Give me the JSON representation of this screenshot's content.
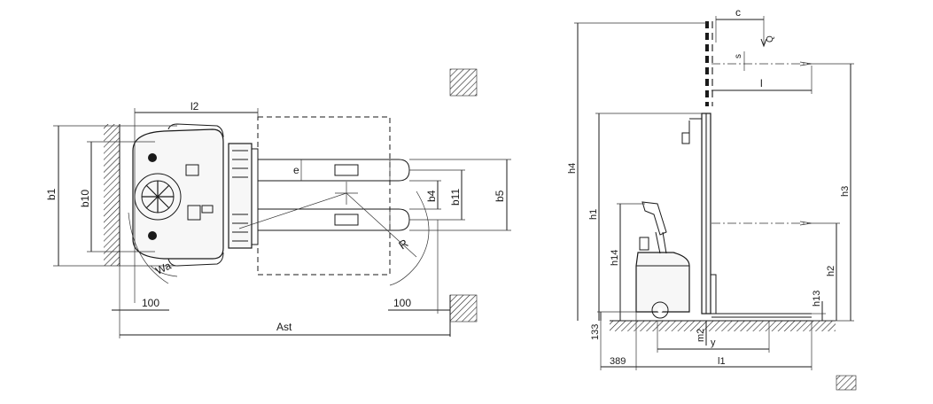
{
  "top_view": {
    "labels": {
      "l2": "l2",
      "b1": "b1",
      "b10": "b10",
      "e": "e",
      "b4": "b4",
      "b11": "b11",
      "b5": "b5",
      "R": "R",
      "Wa": "Wa",
      "clearance_left": "100",
      "clearance_right": "100",
      "Ast": "Ast"
    }
  },
  "side_view": {
    "labels": {
      "c": "c",
      "Q": "Q",
      "s": "s",
      "l": "l",
      "h4": "h4",
      "h1": "h1",
      "h3": "h3",
      "h14": "h14",
      "h2": "h2",
      "h13": "h13",
      "dim_133": "133",
      "m2": "m2",
      "y": "y",
      "dim_389": "389",
      "l1": "l1"
    }
  }
}
